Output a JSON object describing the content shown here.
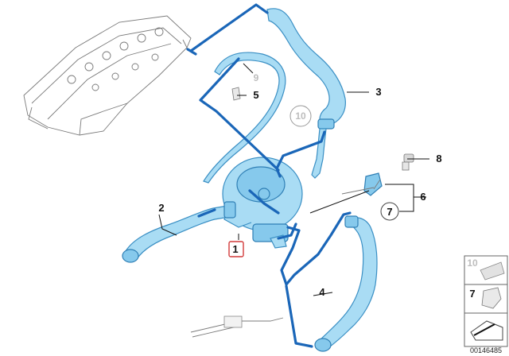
{
  "diagram": {
    "callouts": {
      "c1": "1",
      "c2": "2",
      "c3": "3",
      "c4": "4",
      "c5": "5",
      "c6": "6",
      "c7": "7",
      "c8": "8",
      "c9": "9",
      "c10": "10"
    },
    "legend": {
      "item_10": "10",
      "item_7": "7"
    },
    "reference_number": "00146485",
    "colors": {
      "part_fill": "#a9dcf4",
      "route_line": "#1a66b8",
      "highlight_box": "#d23a3a"
    }
  }
}
